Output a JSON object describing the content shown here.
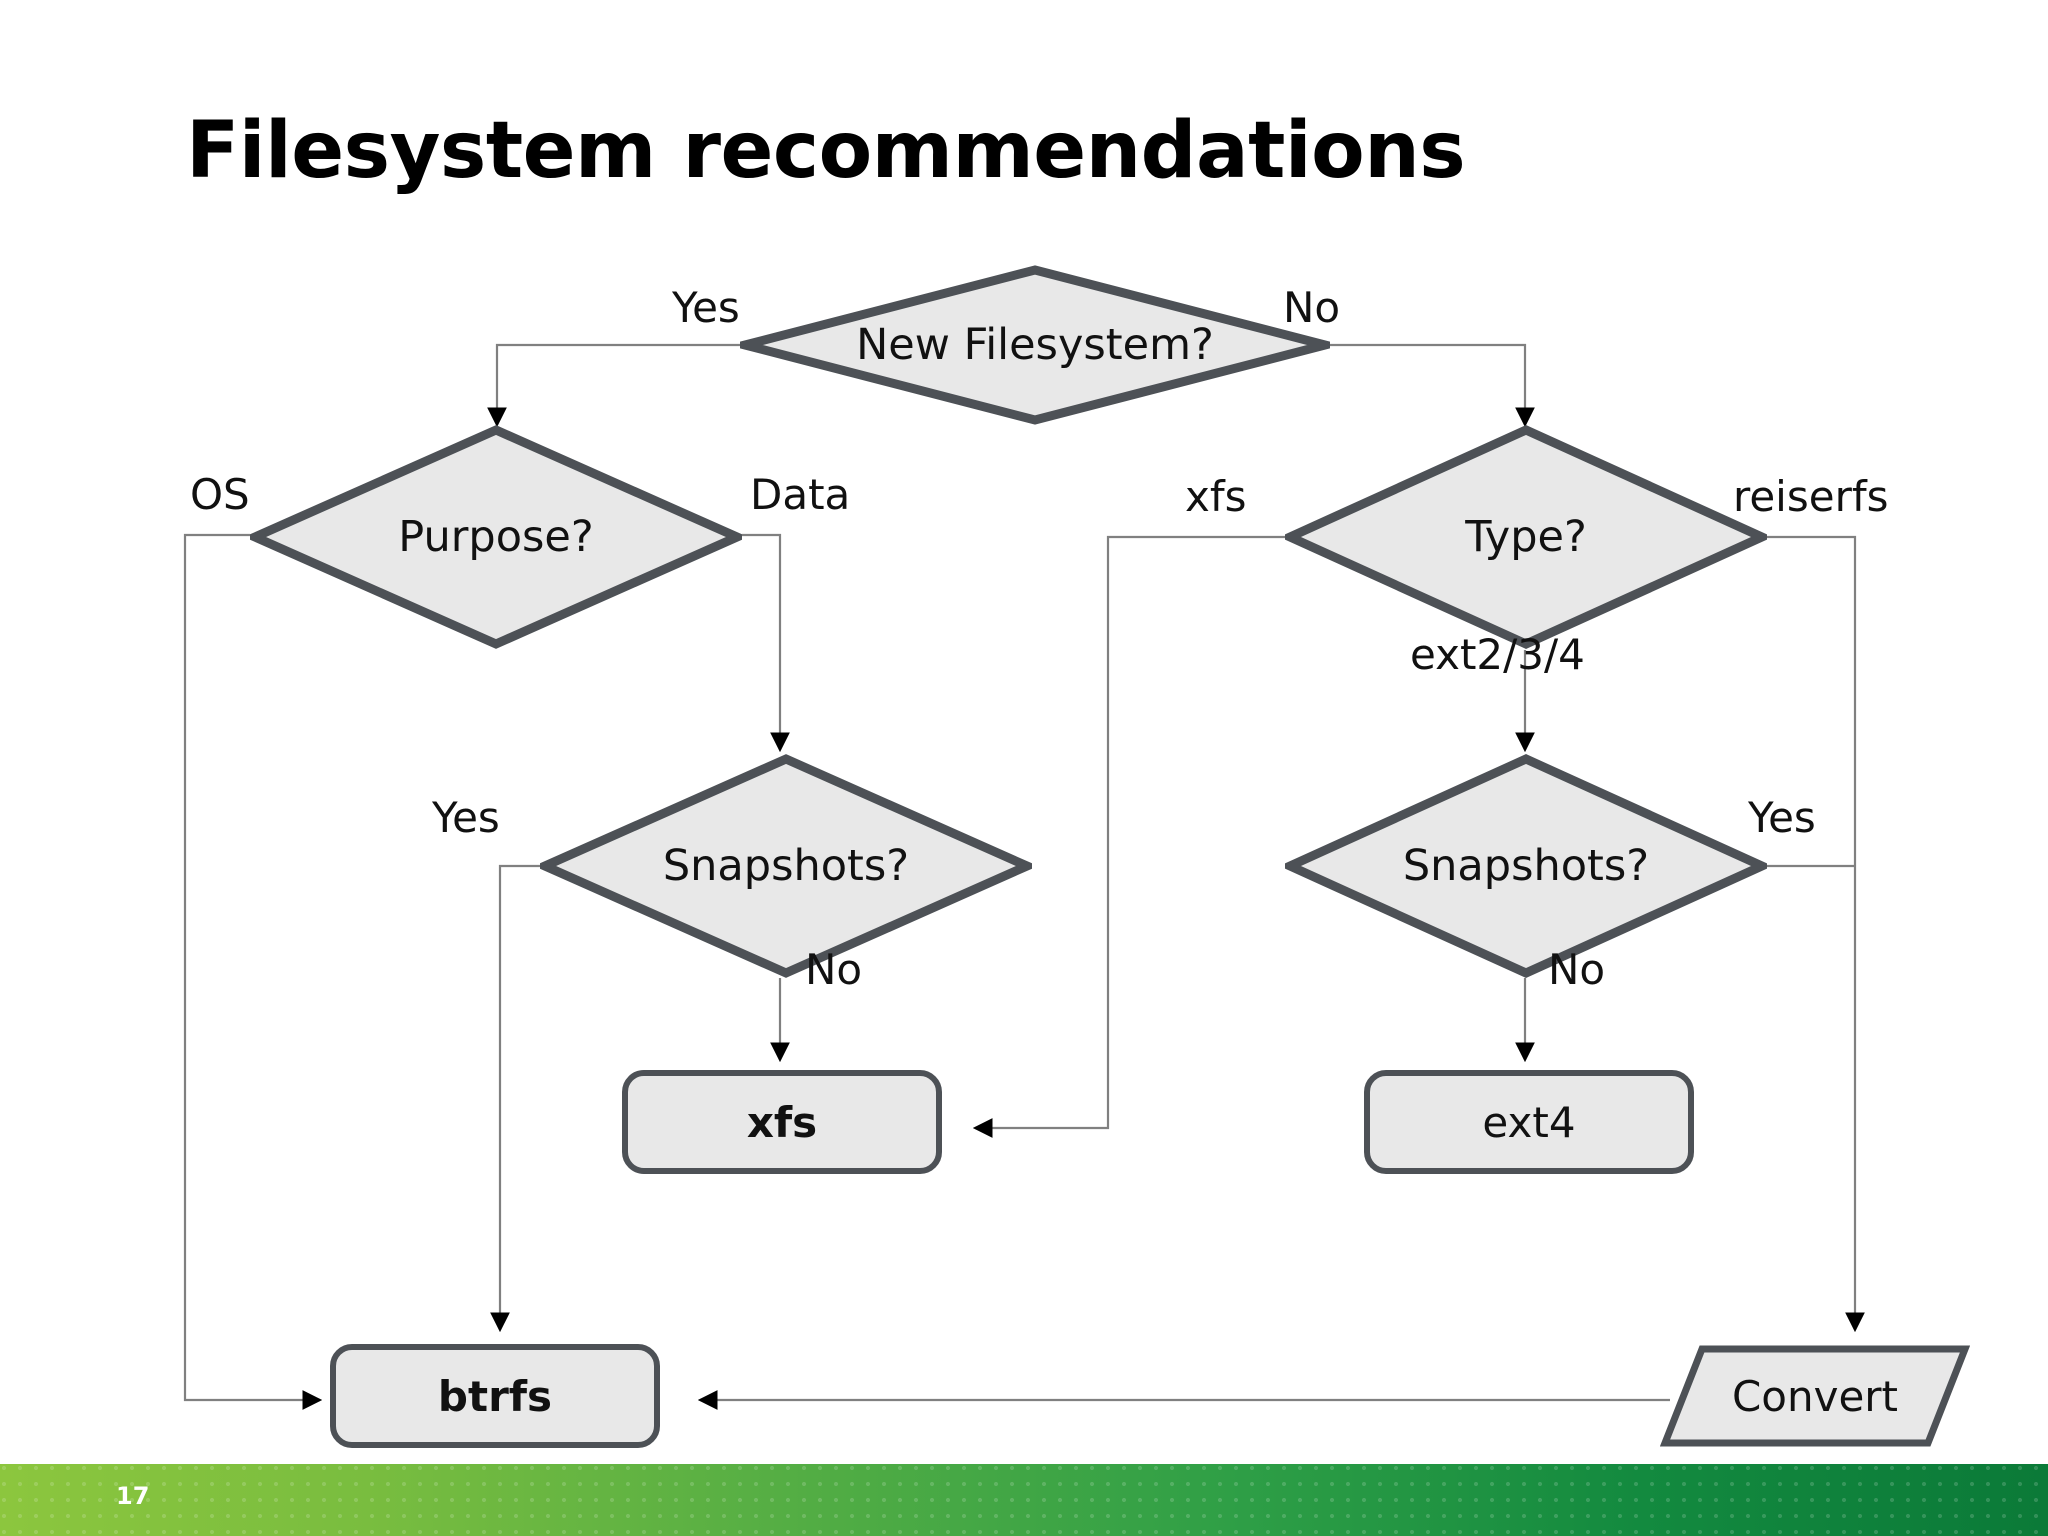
{
  "slide": {
    "title": "Filesystem recommendations",
    "page_number": "17",
    "background_color": "#ffffff",
    "footer_gradient_from": "#8cc63e",
    "footer_gradient_to": "#0b7a38"
  },
  "style": {
    "shape_fill": "#e8e8e8",
    "shape_stroke": "#4d5156",
    "connector_stroke": "#808080",
    "text_color": "#111111"
  },
  "chart_data": {
    "type": "diagram",
    "diagram_type": "flowchart",
    "title": "Filesystem recommendations",
    "nodes": [
      {
        "id": "new_fs",
        "shape": "diamond",
        "label": "New Filesystem?"
      },
      {
        "id": "purpose",
        "shape": "diamond",
        "label": "Purpose?"
      },
      {
        "id": "type",
        "shape": "diamond",
        "label": "Type?"
      },
      {
        "id": "snap_left",
        "shape": "diamond",
        "label": "Snapshots?"
      },
      {
        "id": "snap_right",
        "shape": "diamond",
        "label": "Snapshots?"
      },
      {
        "id": "xfs",
        "shape": "rounded-rect",
        "label": "xfs"
      },
      {
        "id": "ext4",
        "shape": "rounded-rect",
        "label": "ext4"
      },
      {
        "id": "btrfs",
        "shape": "rounded-rect",
        "label": "btrfs"
      },
      {
        "id": "convert",
        "shape": "parallelogram",
        "label": "Convert"
      }
    ],
    "edges": [
      {
        "from": "new_fs",
        "to": "purpose",
        "label": "Yes"
      },
      {
        "from": "new_fs",
        "to": "type",
        "label": "No"
      },
      {
        "from": "purpose",
        "to": "btrfs",
        "label": "OS"
      },
      {
        "from": "purpose",
        "to": "snap_left",
        "label": "Data"
      },
      {
        "from": "snap_left",
        "to": "btrfs",
        "label": "Yes"
      },
      {
        "from": "snap_left",
        "to": "xfs",
        "label": "No"
      },
      {
        "from": "type",
        "to": "xfs",
        "label": "xfs"
      },
      {
        "from": "type",
        "to": "snap_right",
        "label": "ext2/3/4"
      },
      {
        "from": "type",
        "to": "convert",
        "label": "reiserfs"
      },
      {
        "from": "snap_right",
        "to": "convert",
        "label": "Yes"
      },
      {
        "from": "snap_right",
        "to": "ext4",
        "label": "No"
      },
      {
        "from": "convert",
        "to": "btrfs",
        "label": ""
      }
    ]
  },
  "nodes": {
    "new_fs": {
      "label": "New Filesystem?"
    },
    "purpose": {
      "label": "Purpose?"
    },
    "type": {
      "label": "Type?"
    },
    "snap_left": {
      "label": "Snapshots?"
    },
    "snap_right": {
      "label": "Snapshots?"
    },
    "xfs": {
      "label": "xfs"
    },
    "ext4": {
      "label": "ext4"
    },
    "btrfs": {
      "label": "btrfs"
    },
    "convert": {
      "label": "Convert"
    }
  },
  "edge_labels": {
    "new_fs_yes": "Yes",
    "new_fs_no": "No",
    "purpose_os": "OS",
    "purpose_data": "Data",
    "type_xfs": "xfs",
    "type_reiserfs": "reiserfs",
    "type_ext": "ext2/3/4",
    "snap_left_yes": "Yes",
    "snap_left_no": "No",
    "snap_right_yes": "Yes",
    "snap_right_no": "No"
  }
}
